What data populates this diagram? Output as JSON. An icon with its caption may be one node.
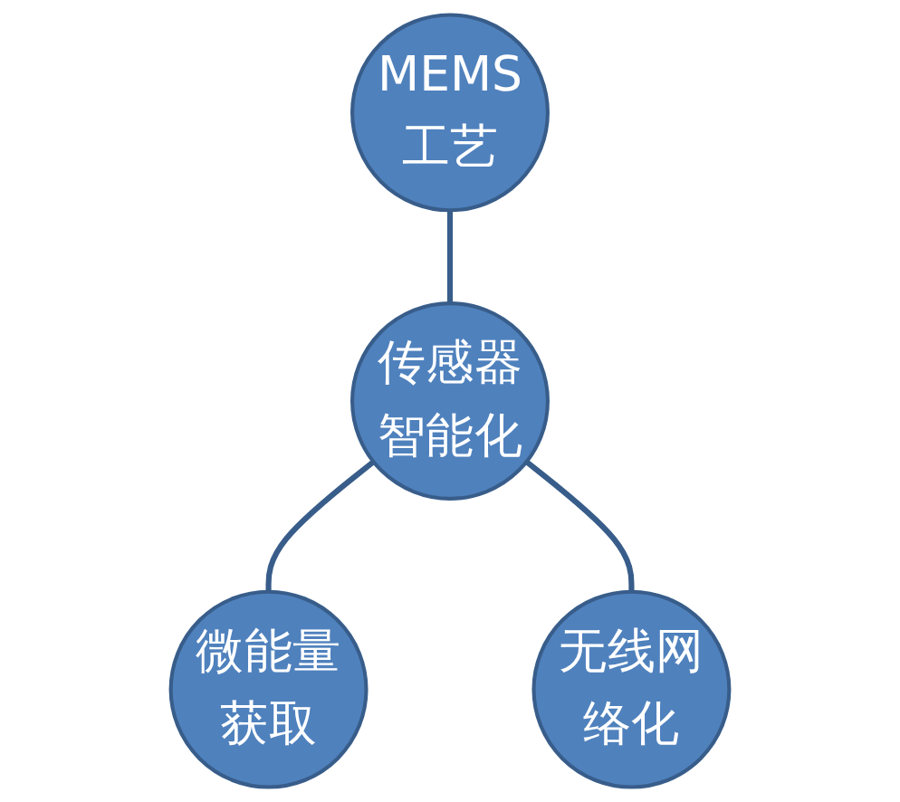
{
  "diagram": {
    "nodes": [
      {
        "text": [
          "MEMS工艺"
        ]
      },
      {
        "text": [
          "传感器智能化"
        ]
      },
      {
        "text": [
          "微能量获取"
        ]
      },
      {
        "text": [
          "无线网络化"
        ]
      }
    ],
    "edges": [
      {
        "from": 0,
        "to": 1,
        "arrow": "none"
      },
      {
        "from": 1,
        "to": 2,
        "arrow": "none"
      },
      {
        "from": 1,
        "to": 3,
        "arrow": "none"
      }
    ]
  }
}
